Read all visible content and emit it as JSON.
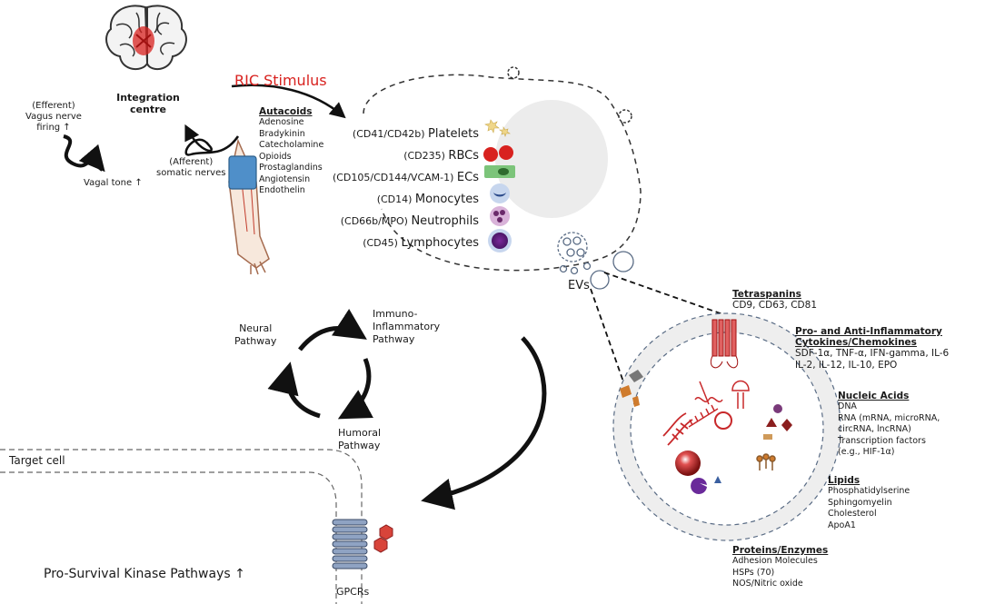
{
  "colors": {
    "accent_red": "#d8221f",
    "dark_red": "#8b1e1e",
    "blue_gpcr": "#7a8fb0",
    "green_ec": "#7cc47a",
    "dash": "#5a6c85"
  },
  "brain": {
    "label_line1": "Integration",
    "label_line2": "centre"
  },
  "efferent": {
    "line1": "(Efferent)",
    "line2": "Vagus nerve",
    "line3": "firing ↑",
    "tone": "Vagal tone ↑"
  },
  "afferent": {
    "line1": "(Afferent)",
    "line2": "somatic nerves"
  },
  "ric": {
    "label": "RIC Stimulus"
  },
  "autacoids": {
    "title": "Autacoids",
    "items": [
      "Adenosine",
      "Bradykinin",
      "Catecholamine",
      "Opioids",
      "Prostaglandins",
      "Angiotensin",
      "Endothelin"
    ]
  },
  "cells": [
    {
      "marker": "(CD41/CD42b)",
      "name": "Platelets",
      "icon": "platelet-icon"
    },
    {
      "marker": "(CD235)",
      "name": "RBCs",
      "icon": "rbc-icon"
    },
    {
      "marker": "(CD105/CD144/VCAM-1)",
      "name": "ECs",
      "icon": "endothelial-cell-icon"
    },
    {
      "marker": "(CD14)",
      "name": "Monocytes",
      "icon": "monocyte-icon"
    },
    {
      "marker": "(CD66b/MPO)",
      "name": "Neutrophils",
      "icon": "neutrophil-icon"
    },
    {
      "marker": "(CD45)",
      "name": "Lymphocytes",
      "icon": "lymphocyte-icon"
    }
  ],
  "evs_label": "EVs",
  "cycle": {
    "neural": [
      "Neural",
      "Pathway"
    ],
    "immuno": [
      "Immuno-",
      "Inflammatory",
      "Pathway"
    ],
    "humoral": [
      "Humoral",
      "Pathway"
    ]
  },
  "target_cell": "Target cell",
  "gpcrs": "GPCRs",
  "kinase": "Pro-Survival Kinase Pathways ↑",
  "tetraspanins": {
    "title": "Tetraspanins",
    "items": "CD9, CD63, CD81"
  },
  "cytokines": {
    "title1": "Pro- and Anti-Inflammatory",
    "title2": "Cytokines/Chemokines",
    "line1": "SDF-1α, TNF-α, IFN-gamma, IL-6",
    "line2": "IL-2, IL-12, IL-10, EPO"
  },
  "nucleic": {
    "title": "Nucleic Acids",
    "items": [
      "DNA",
      "RNA (mRNA, microRNA,",
      "circRNA, lncRNA)",
      "Transcription factors",
      "(e.g., HIF-1α)"
    ]
  },
  "lipids": {
    "title": "Lipids",
    "items": [
      "Phosphatidylserine",
      "Sphingomyelin",
      "Cholesterol",
      "ApoA1"
    ]
  },
  "proteins": {
    "title": "Proteins/Enzymes",
    "items": [
      "Adhesion Molecules",
      "HSPs (70)",
      "NOS/Nitric oxide"
    ]
  }
}
